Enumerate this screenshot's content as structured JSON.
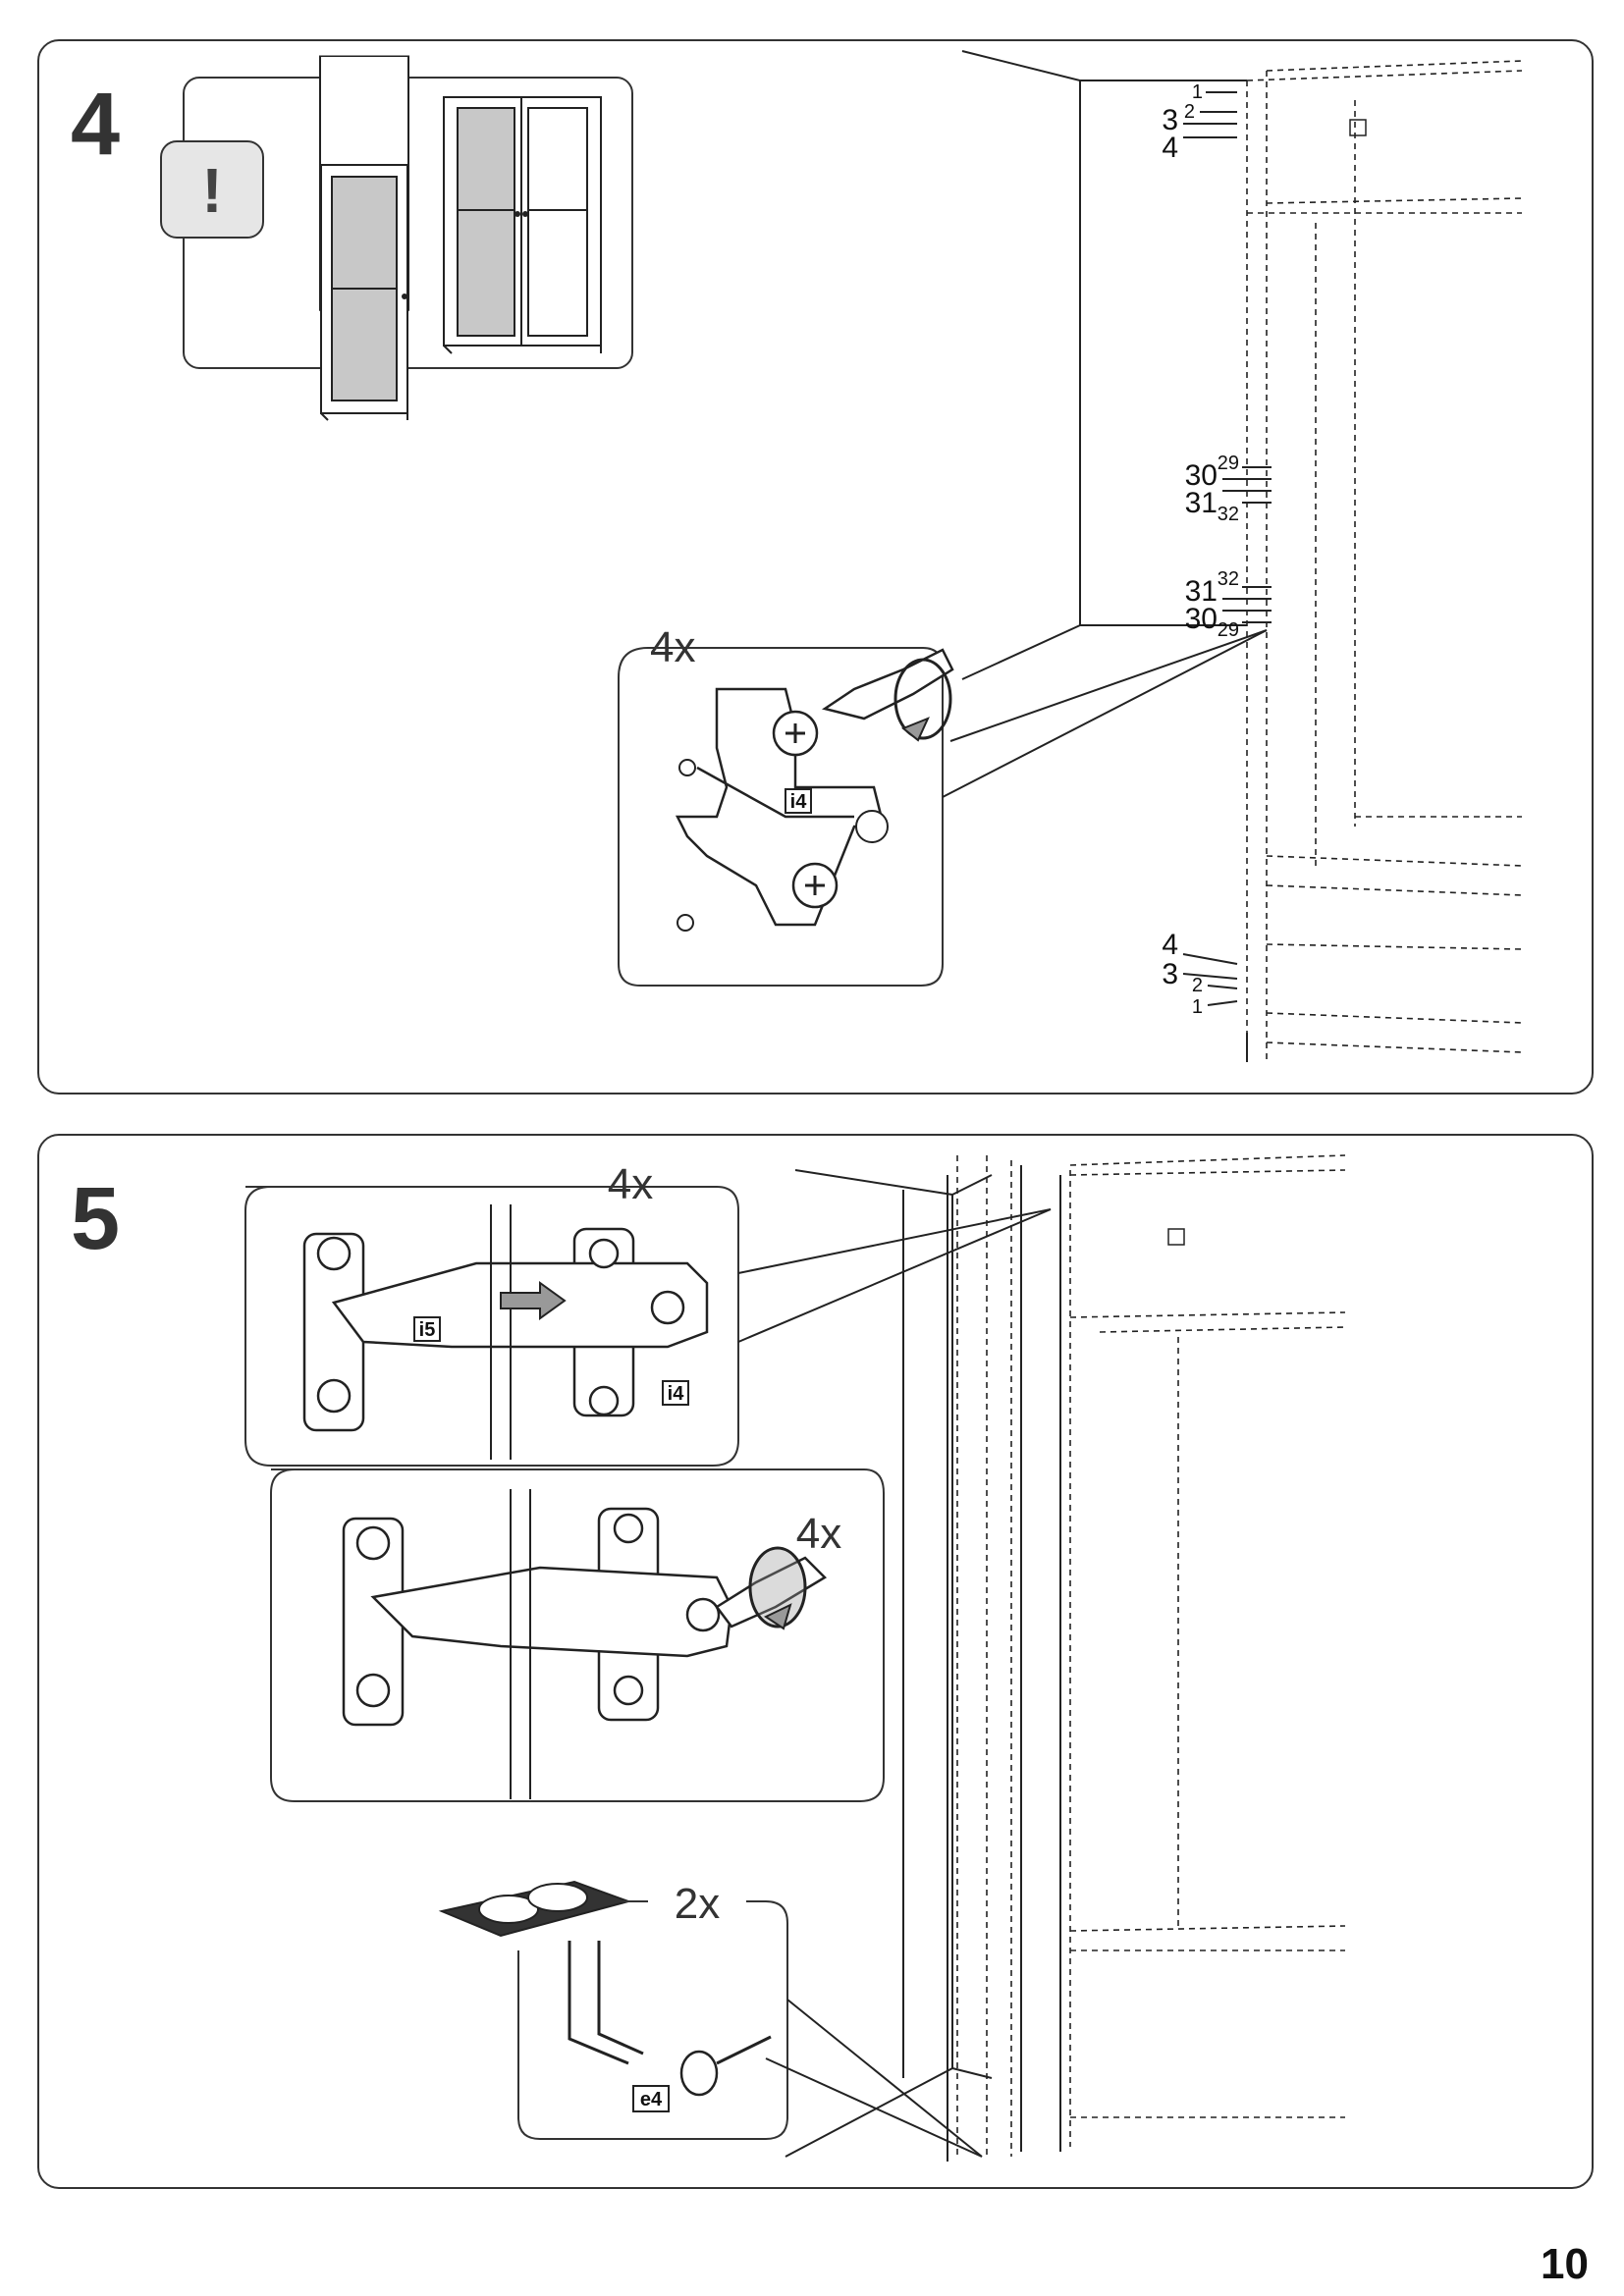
{
  "step4": {
    "number": "4",
    "notice_symbol": "!",
    "quantity_screw": "4x",
    "hinge_plate_tag": "i4",
    "hole_labels_top": [
      "1",
      "2",
      "3",
      "4"
    ],
    "hole_labels_mid1": [
      "30",
      "29",
      "31",
      "32"
    ],
    "hole_labels_mid2": [
      "31",
      "32",
      "30",
      "29"
    ],
    "hole_labels_bottom": [
      "4",
      "3",
      "2",
      "1"
    ]
  },
  "step5": {
    "number": "5",
    "quantity_attach": "4x",
    "quantity_screw": "4x",
    "quantity_cap": "2x",
    "hinge_tag": "i5",
    "plate_tag": "i4",
    "cap_tag": "e4"
  },
  "page": {
    "number": "10"
  },
  "icons": {
    "notice": "warning-exclamation-icon",
    "screwdriver": "screwdriver-icon",
    "rotate": "clockwise-rotate-icon",
    "arrow": "push-arrow-icon"
  },
  "colors": {
    "line": "#222222",
    "panel_border": "#333333",
    "glass": "#c8c8c8",
    "notice_fill": "#e6e6e6",
    "arrow_fill": "#999999"
  }
}
